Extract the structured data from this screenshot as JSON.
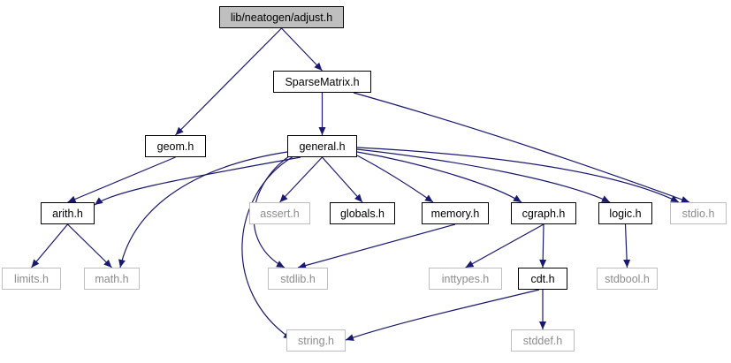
{
  "graph": {
    "nodes": [
      {
        "id": "adjust",
        "label": "lib/neatogen/adjust.h",
        "kind": "root"
      },
      {
        "id": "sparse",
        "label": "SparseMatrix.h",
        "kind": "documented"
      },
      {
        "id": "geom",
        "label": "geom.h",
        "kind": "documented"
      },
      {
        "id": "general",
        "label": "general.h",
        "kind": "documented"
      },
      {
        "id": "arith",
        "label": "arith.h",
        "kind": "documented"
      },
      {
        "id": "assert",
        "label": "assert.h",
        "kind": "external"
      },
      {
        "id": "globals",
        "label": "globals.h",
        "kind": "documented"
      },
      {
        "id": "memory",
        "label": "memory.h",
        "kind": "documented"
      },
      {
        "id": "cgraph",
        "label": "cgraph.h",
        "kind": "documented"
      },
      {
        "id": "logic",
        "label": "logic.h",
        "kind": "documented"
      },
      {
        "id": "stdio",
        "label": "stdio.h",
        "kind": "external"
      },
      {
        "id": "limits",
        "label": "limits.h",
        "kind": "external"
      },
      {
        "id": "math",
        "label": "math.h",
        "kind": "external"
      },
      {
        "id": "stdlib",
        "label": "stdlib.h",
        "kind": "external"
      },
      {
        "id": "inttypes",
        "label": "inttypes.h",
        "kind": "external"
      },
      {
        "id": "cdt",
        "label": "cdt.h",
        "kind": "documented"
      },
      {
        "id": "stdbool",
        "label": "stdbool.h",
        "kind": "external"
      },
      {
        "id": "string",
        "label": "string.h",
        "kind": "external"
      },
      {
        "id": "stddef",
        "label": "stddef.h",
        "kind": "external"
      }
    ],
    "edges": [
      {
        "from": "adjust",
        "to": "geom"
      },
      {
        "from": "adjust",
        "to": "sparse"
      },
      {
        "from": "sparse",
        "to": "general"
      },
      {
        "from": "sparse",
        "to": "stdio"
      },
      {
        "from": "geom",
        "to": "arith"
      },
      {
        "from": "general",
        "to": "arith"
      },
      {
        "from": "general",
        "to": "math"
      },
      {
        "from": "general",
        "to": "stdlib"
      },
      {
        "from": "general",
        "to": "string"
      },
      {
        "from": "general",
        "to": "assert"
      },
      {
        "from": "general",
        "to": "globals"
      },
      {
        "from": "general",
        "to": "memory"
      },
      {
        "from": "general",
        "to": "cgraph"
      },
      {
        "from": "general",
        "to": "logic"
      },
      {
        "from": "general",
        "to": "stdio"
      },
      {
        "from": "arith",
        "to": "limits"
      },
      {
        "from": "arith",
        "to": "math"
      },
      {
        "from": "memory",
        "to": "stdlib"
      },
      {
        "from": "cgraph",
        "to": "inttypes"
      },
      {
        "from": "cgraph",
        "to": "cdt"
      },
      {
        "from": "logic",
        "to": "stdbool"
      },
      {
        "from": "cdt",
        "to": "string"
      },
      {
        "from": "cdt",
        "to": "stddef"
      }
    ]
  },
  "colors": {
    "edge": "#191970",
    "documented_border": "#000000",
    "external_border": "#bfbfbf",
    "external_text": "#8c8c8c",
    "root_fill": "#bfbfbf"
  }
}
